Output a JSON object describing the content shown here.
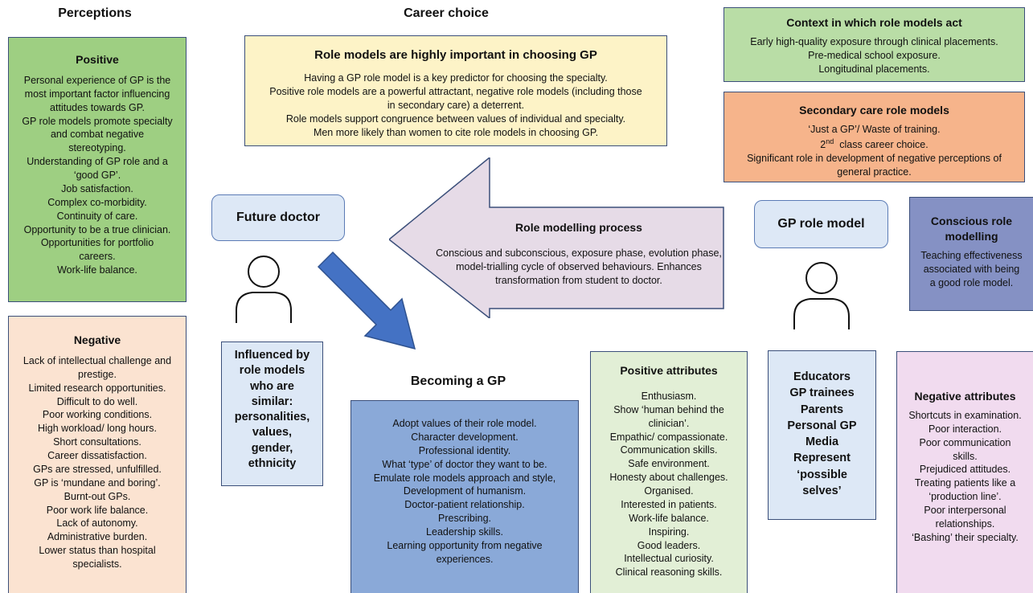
{
  "headings": {
    "perceptions": "Perceptions",
    "career_choice": "Career choice",
    "becoming_gp": "Becoming a GP"
  },
  "positive": {
    "title": "Positive",
    "lines": [
      "Personal experience of GP is the",
      "most important factor influencing",
      "attitudes towards GP.",
      "GP role models promote specialty",
      "and combat negative",
      "stereotyping.",
      "Understanding of GP role and a",
      "‘good GP’.",
      "Job satisfaction.",
      "Complex co-morbidity.",
      "Continuity of care.",
      "Opportunity to be a true clinician.",
      "Opportunities for portfolio",
      "careers.",
      "Work-life balance."
    ]
  },
  "negative": {
    "title": "Negative",
    "lines": [
      "Lack of intellectual challenge and",
      "prestige.",
      "Limited research opportunities.",
      "Difficult to do well.",
      "Poor working conditions.",
      "High workload/ long hours.",
      "Short consultations.",
      "Career dissatisfaction.",
      "GPs are stressed, unfulfilled.",
      "GP is ‘mundane and boring’.",
      "Burnt-out GPs.",
      "Poor work life balance.",
      "Lack of autonomy.",
      "Administrative burden.",
      "Lower status than hospital",
      "specialists."
    ]
  },
  "career_box": {
    "title": "Role models are highly important in choosing GP",
    "lines": [
      "Having a GP role model is a key predictor for choosing the specialty.",
      "Positive role models are a powerful attractant, negative role models (including those",
      "in secondary care) a deterrent.",
      "Role models support congruence between values of individual and specialty.",
      "Men more likely than women to cite role models in choosing GP."
    ]
  },
  "context": {
    "title": "Context in which role models act",
    "lines": [
      "Early high-quality exposure through clinical placements.",
      "Pre-medical school exposure.",
      "Longitudinal placements."
    ]
  },
  "secondary": {
    "title": "Secondary care role models",
    "line1": "‘Just a GP’/ Waste of training.",
    "line2_num": "2",
    "line2_sup": "nd",
    "line2_rest": "class career choice.",
    "line3": "Significant role in development of negative perceptions of",
    "line4": "general practice."
  },
  "future_doctor": "Future doctor",
  "gp_role_model": "GP role model",
  "conscious": {
    "title_line1": "Conscious role",
    "title_line2": "modelling",
    "lines": [
      "Teaching effectiveness",
      "associated with being",
      "a good role model."
    ]
  },
  "process": {
    "title": "Role modelling process",
    "lines": [
      "Conscious and subconscious, exposure phase, evolution",
      "phase, model-trialling cycle of observed behaviours.",
      "Enhances transformation from student to doctor."
    ]
  },
  "influenced": {
    "lines": [
      "Influenced by",
      "role models",
      "who are",
      "similar:",
      "personalities,",
      "values,",
      "gender,",
      "ethnicity"
    ]
  },
  "becoming": {
    "lines": [
      "Adopt values of their role model.",
      "Character development.",
      "Professional identity.",
      "What ‘type’ of doctor they want to be.",
      "Emulate role models approach and style,",
      "Development of humanism.",
      "Doctor-patient relationship.",
      "Prescribing.",
      "Leadership skills.",
      "Learning opportunity from negative",
      "experiences."
    ]
  },
  "positive_attributes": {
    "title": "Positive attributes",
    "lines": [
      "Enthusiasm.",
      "Show ‘human behind the",
      "clinician’.",
      "Empathic/ compassionate.",
      "Communication skills.",
      "Safe environment.",
      "Honesty about challenges.",
      "Organised.",
      "Interested in patients.",
      "Work-life balance.",
      "Inspiring.",
      "Good leaders.",
      "Intellectual curiosity.",
      "Clinical reasoning skills."
    ]
  },
  "educators": {
    "lines": [
      "Educators",
      "GP trainees",
      "Parents",
      "Personal GP",
      "Media",
      "Represent",
      "‘possible",
      "selves’"
    ]
  },
  "negative_attributes": {
    "title": "Negative attributes",
    "lines": [
      "Shortcuts in examination.",
      "Poor interaction.",
      "Poor communication",
      "skills.",
      "Prejudiced attitudes.",
      "Treating patients like a",
      "‘production line’.",
      "Poor interpersonal",
      "relationships.",
      "‘Bashing’ their specialty."
    ]
  },
  "colors": {
    "positive_bg": "#9ecf82",
    "negative_bg": "#fbe3d1",
    "career_bg": "#fdf3c7",
    "context_bg": "#b9dda6",
    "secondary_bg": "#f6b48b",
    "conscious_bg": "#8591c4",
    "process_bg": "#e6dbe7",
    "influenced_bg": "#dde8f6",
    "becoming_bg": "#8aa9d8",
    "pos_attr_bg": "#e2efd6",
    "educators_bg": "#dde8f6",
    "neg_attr_bg": "#f1dbef",
    "arrow_blue": "#4472c4"
  }
}
